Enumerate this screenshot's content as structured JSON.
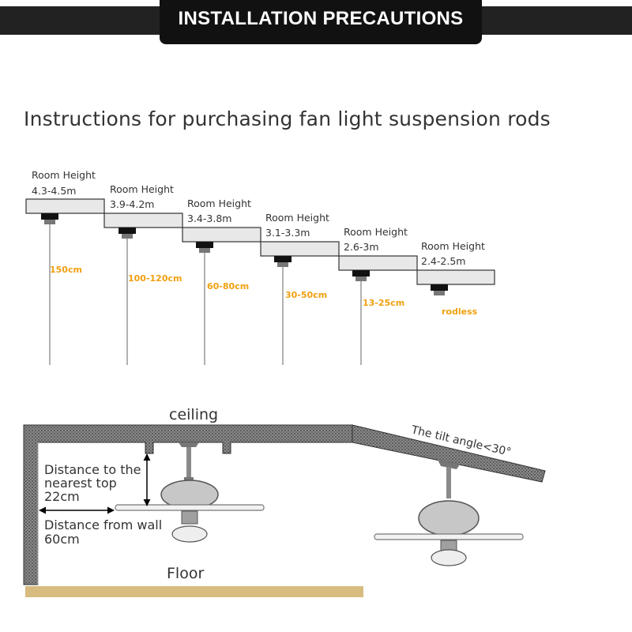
{
  "banner": {
    "title": "INSTALLATION PRECAUTIONS"
  },
  "subtitle": "Instructions for purchasing fan light suspension rods",
  "room_heights": [
    {
      "label": "Room Height",
      "range": "4.3-4.5m",
      "rod": "150cm"
    },
    {
      "label": "Room Height",
      "range": "3.9-4.2m",
      "rod": "100-120cm"
    },
    {
      "label": "Room Height",
      "range": "3.4-3.8m",
      "rod": "60-80cm"
    },
    {
      "label": "Room Height",
      "range": "3.1-3.3m",
      "rod": "30-50cm"
    },
    {
      "label": "Room Height",
      "range": "2.6-3m",
      "rod": "13-25cm"
    },
    {
      "label": "Room Height",
      "range": "2.4-2.5m",
      "rod": "rodless"
    }
  ],
  "install": {
    "ceiling": "ceiling",
    "floor": "Floor",
    "top_distance_line1": "Distance to the",
    "top_distance_line2": "nearest top",
    "top_distance_value": "22cm",
    "wall_distance_line1": "Distance from wall",
    "wall_distance_value": "60cm",
    "tilt_text": "The tilt angle<30°"
  },
  "colors": {
    "rod_label": "#f0a010",
    "floor": "#d8bb7e",
    "banner": "#111111"
  }
}
